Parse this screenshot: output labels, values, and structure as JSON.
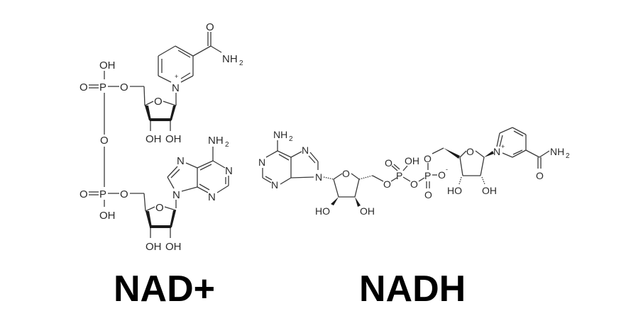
{
  "diagram": {
    "type": "chemical-structure-comparison",
    "background": "#ffffff",
    "molecules": [
      {
        "name": "NAD+",
        "label": "NAD+",
        "atom_labels": {
          "carbonyl_o": "O",
          "amide_nh": "NH",
          "amide_sub": "2",
          "pyridinium_n": "N",
          "charge_plus": "+",
          "phosphate_top_oh": "OH",
          "phosphate_top_o_double": "O",
          "phosphate_top_p": "P",
          "phosphate_top_o_link": "O",
          "bridge_o": "O",
          "ribose_top_ring_o": "O",
          "ribose_top_oh_left": "OH",
          "ribose_top_oh_right": "OH",
          "adenine_nh": "NH",
          "adenine_sub": "2",
          "adenine_n7": "N",
          "adenine_n1": "N",
          "adenine_n3": "N",
          "adenine_n9": "N",
          "phosphate_bottom_o_double": "O",
          "phosphate_bottom_p": "P",
          "phosphate_bottom_o_link": "O",
          "phosphate_bottom_oh": "OH",
          "ribose_bottom_ring_o": "O",
          "ribose_bottom_oh_left": "OH",
          "ribose_bottom_oh_right": "OH"
        }
      },
      {
        "name": "NADH",
        "label": "NADH",
        "atom_labels": {
          "adenine_nh": "NH",
          "adenine_sub": "2",
          "adenine_n1": "N",
          "adenine_n3": "N",
          "adenine_n7": "N",
          "adenine_n9": "N",
          "ribose_left_ring_o": "O",
          "ribose_left_ho": "HO",
          "ribose_left_oh": "OH",
          "ester_o1": "O",
          "p1": "P",
          "p1_o_double": "O",
          "p1_oh": "OH",
          "bridge_o": "O",
          "p2": "P",
          "p2_o_link": "O",
          "p2_o_minus": "O",
          "minus": "-",
          "p2_o_double": "O",
          "ribose_right_ring_o": "O",
          "ribose_right_ho": "HO",
          "ribose_right_oh": "OH",
          "pyridinium_n": "N",
          "charge_plus": "+",
          "amide_nh": "NH",
          "amide_sub": "2",
          "carbonyl_o": "O"
        }
      }
    ]
  }
}
